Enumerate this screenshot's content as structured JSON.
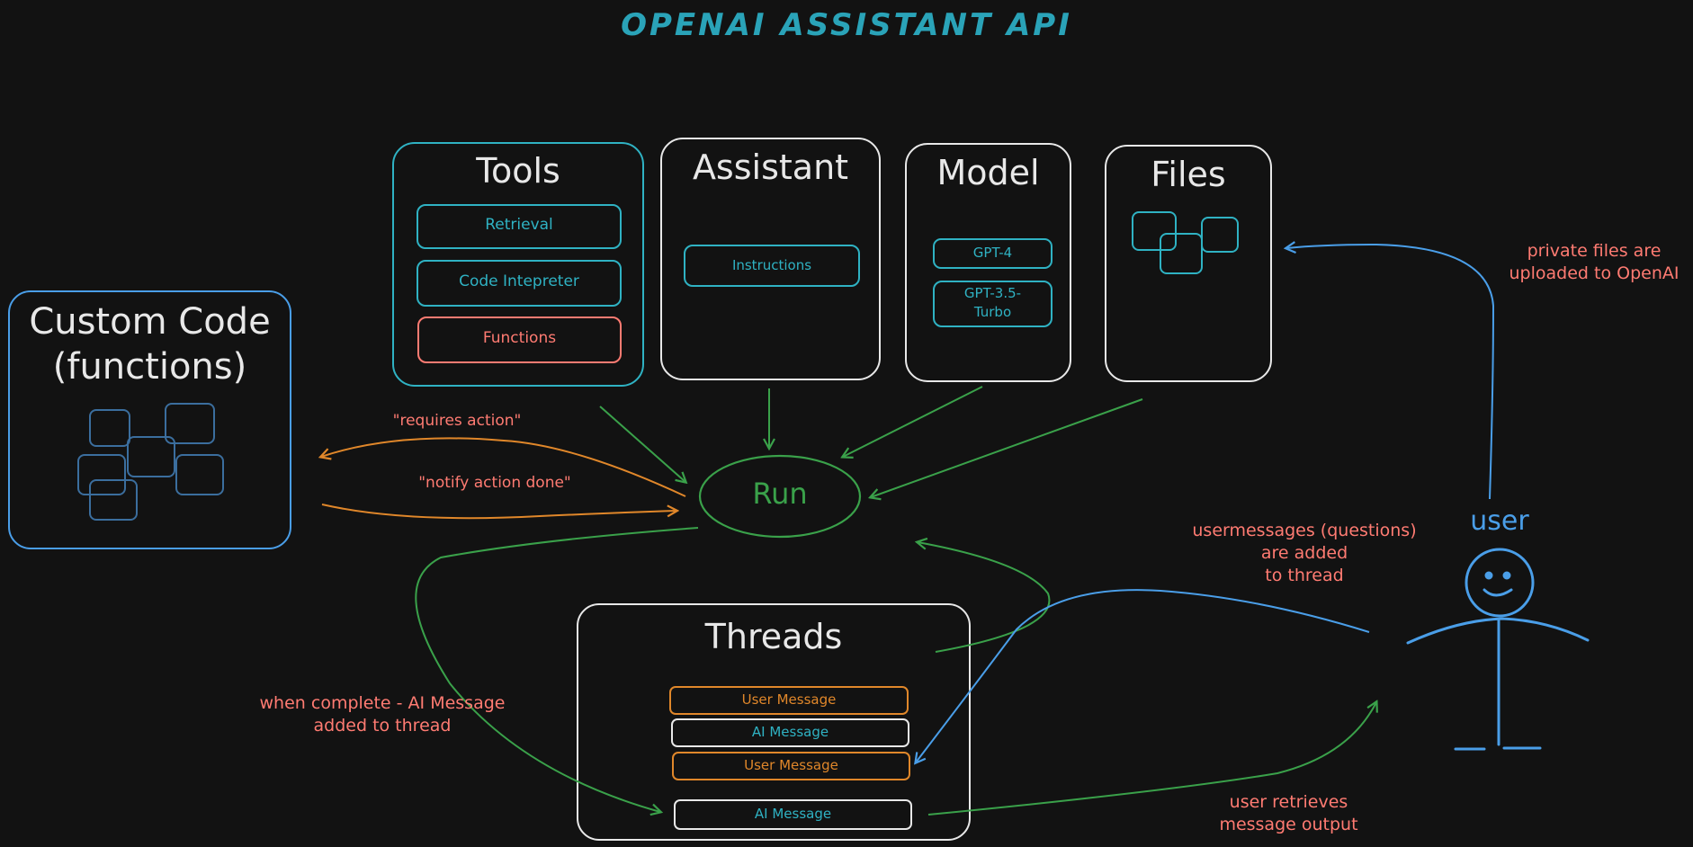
{
  "title": "OPENAI ASSISTANT API",
  "custom_code": {
    "line1": "Custom Code",
    "line2": "(functions)"
  },
  "tools": {
    "heading": "Tools",
    "items": [
      "Retrieval",
      "Code Intepreter",
      "Functions"
    ]
  },
  "assistant": {
    "heading": "Assistant",
    "item": "Instructions"
  },
  "model": {
    "heading": "Model",
    "items": [
      "GPT-4",
      "GPT-3.5-",
      "Turbo"
    ]
  },
  "files": {
    "heading": "Files"
  },
  "run": {
    "label": "Run"
  },
  "threads": {
    "heading": "Threads",
    "messages": [
      "User Message",
      "AI Message",
      "User Message",
      "AI Message"
    ]
  },
  "user": {
    "label": "user"
  },
  "annotations": {
    "requires_action": "\"requires action\"",
    "notify_action_done": "\"notify action done\"",
    "when_complete_1": "when complete - AI Message",
    "when_complete_2": "added to thread",
    "private_files_1": "private files are",
    "private_files_2": "uploaded to OpenAI",
    "usermessages_1": "usermessages (questions)",
    "usermessages_2": "are added",
    "usermessages_3": "to thread",
    "retrieves_1": "user retrieves",
    "retrieves_2": "message output"
  },
  "colors": {
    "background": "#121212",
    "teal": "#2fb2c3",
    "salmon": "#ff7b72",
    "orange": "#e0872a",
    "blue": "#4a9ee8",
    "green": "#3aa14a",
    "white": "#e8e8e8"
  }
}
